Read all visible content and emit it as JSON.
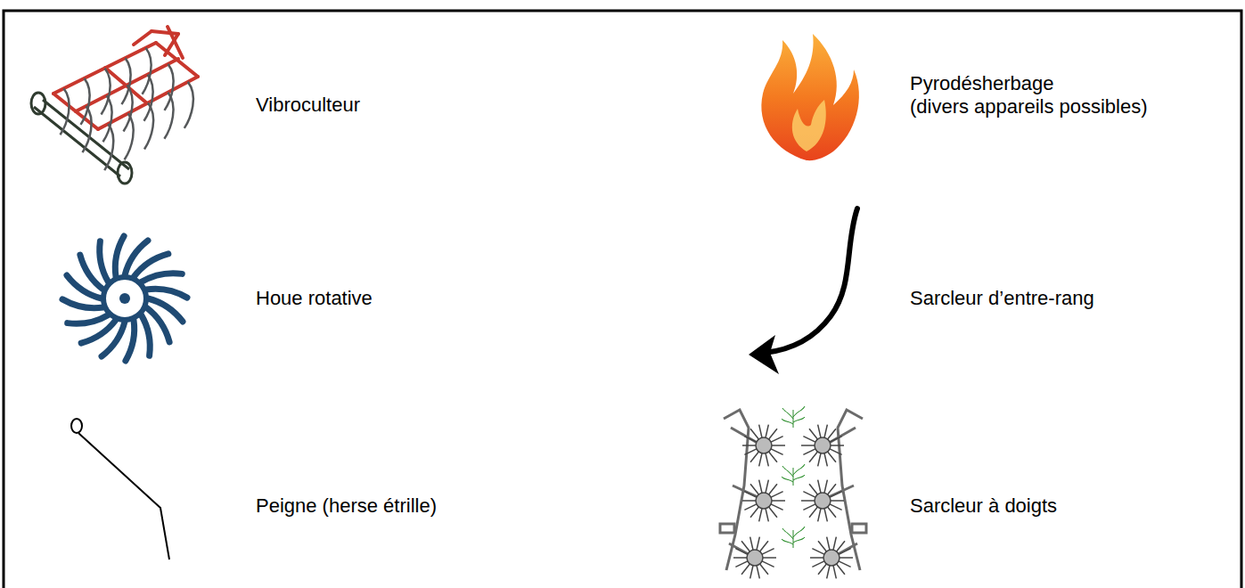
{
  "diagram": {
    "labels": [
      "Vibroculteur",
      "Houe rotative",
      "Peigne (herse étrille)",
      "Pyrodésherbage",
      "(divers appareils possibles)",
      "Sarcleur d’entre-rang",
      "Sarcleur à doigts"
    ]
  }
}
